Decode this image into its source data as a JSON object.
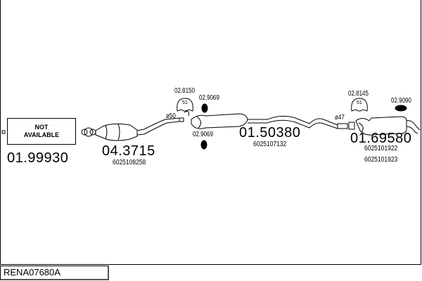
{
  "reference": "RENA07680A",
  "not_available": {
    "line1": "NOT",
    "line2": "AVAILABLE"
  },
  "parts": [
    {
      "number": "01.99930",
      "oem": []
    },
    {
      "number": "04.3715",
      "oem": [
        "6025108258"
      ]
    },
    {
      "number": "01.50380",
      "oem": [
        "6025107132"
      ]
    },
    {
      "number": "01.69580",
      "oem": [
        "6025101922",
        "6025101923"
      ]
    }
  ],
  "accessories": [
    "02.8150",
    "02.9069",
    "02.9069",
    "02.8145",
    "02.9090"
  ],
  "clamp_labels": [
    "51",
    "51"
  ],
  "diameters": [
    "ø50",
    "ø47"
  ]
}
